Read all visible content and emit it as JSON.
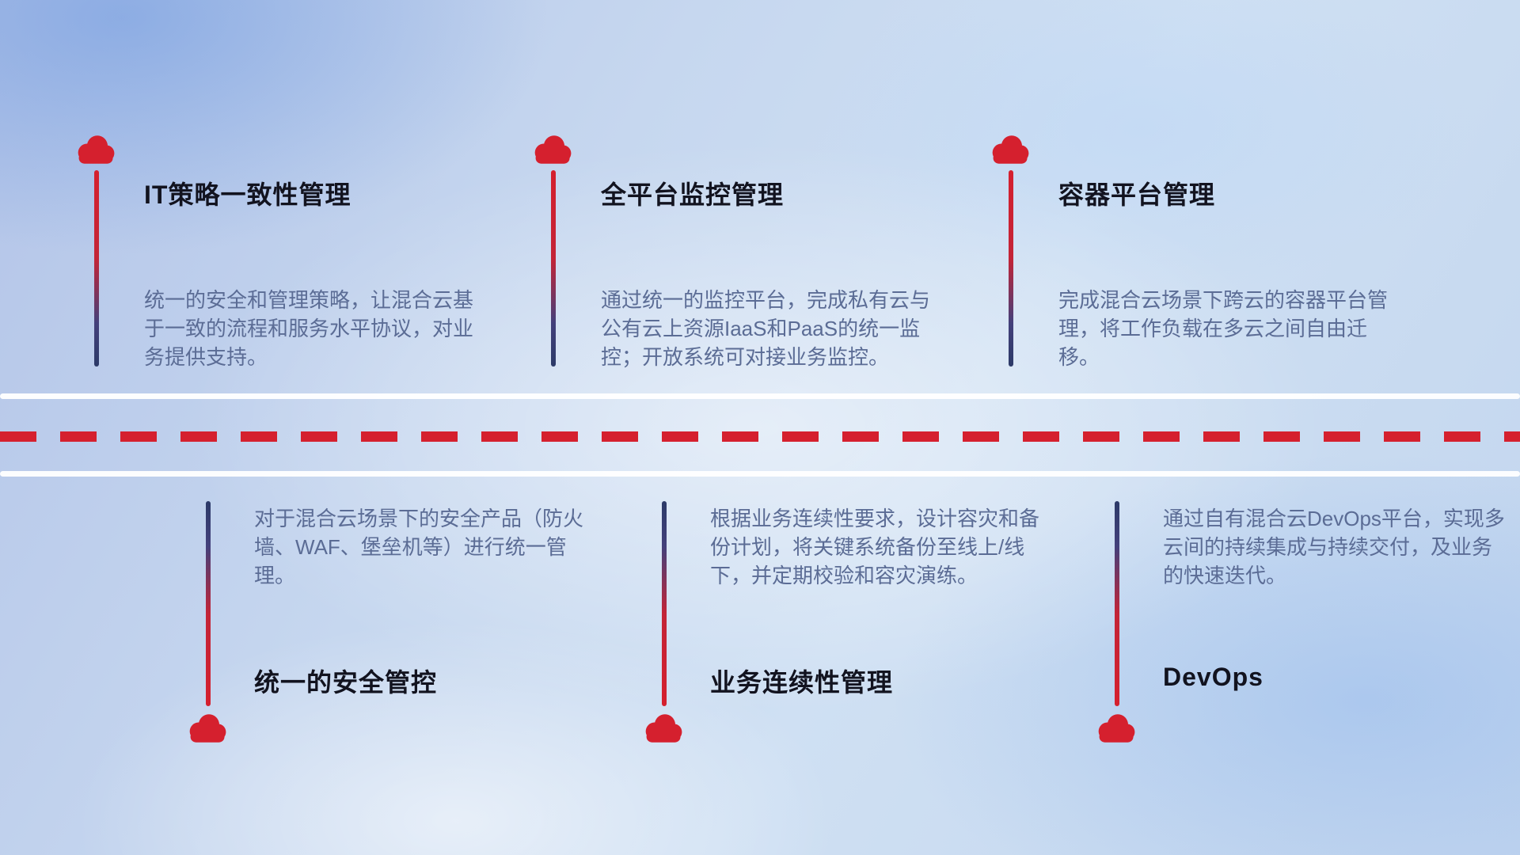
{
  "colors": {
    "accent_red": "#d5202e",
    "connector_navy": "#2c3a68",
    "title_text": "#12131f",
    "description_text": "#5b6c95",
    "road_white": "#ffffff"
  },
  "top_items": [
    {
      "title": "IT策略一致性管理",
      "description": "统一的安全和管理策略，让混合云基于一致的流程和服务水平协议，对业务提供支持。"
    },
    {
      "title": "全平台监控管理",
      "description": "通过统一的监控平台，完成私有云与公有云上资源IaaS和PaaS的统一监控；开放系统可对接业务监控。"
    },
    {
      "title": "容器平台管理",
      "description": "完成混合云场景下跨云的容器平台管理，将工作负载在多云之间自由迁移。"
    }
  ],
  "bottom_items": [
    {
      "title": "统一的安全管控",
      "description": "对于混合云场景下的安全产品（防火墙、WAF、堡垒机等）进行统一管理。"
    },
    {
      "title": "业务连续性管理",
      "description": "根据业务连续性要求，设计容灾和备份计划，将关键系统备份至线上/线下，并定期校验和容灾演练。"
    },
    {
      "title": "DevOps",
      "description": "通过自有混合云DevOps平台，实现多云间的持续集成与持续交付，及业务的快速迭代。"
    }
  ]
}
